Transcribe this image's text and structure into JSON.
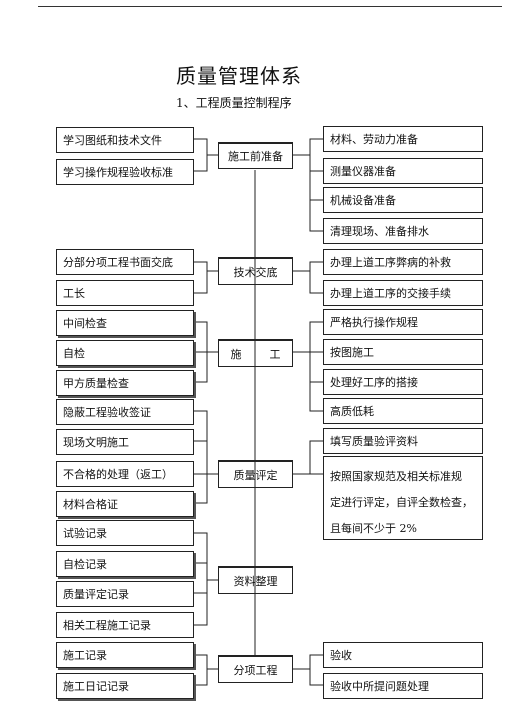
{
  "doc": {
    "title": "质量管理体系",
    "subtitle": "1、工程质量控制程序"
  },
  "center": {
    "prep": "施工前准备",
    "tech": "技术交底",
    "construct": "施        工",
    "eval": "质量评定",
    "docs": "资料整理",
    "sub": "分项工程"
  },
  "left": {
    "l1": "学习图纸和技术文件",
    "l2": "学习操作规程验收标准",
    "l3": "分部分项工程书面交底",
    "l4": "工长",
    "l5": "中间检查",
    "l6": "自检",
    "l7": "甲方质量检查",
    "l8": "隐蔽工程验收签证",
    "l9": "现场文明施工",
    "l10": "不合格的处理（返工）",
    "l11": "材料合格证",
    "l12": "试验记录",
    "l13": "自检记录",
    "l14": "质量评定记录",
    "l15": "相关工程施工记录",
    "l16": "施工记录",
    "l17": "施工日记记录"
  },
  "right": {
    "r1": "材料、劳动力准备",
    "r2": "测量仪器准备",
    "r3": "机械设备准备",
    "r4": "清理现场、准备排水",
    "r5": "办理上道工序弊病的补救",
    "r6": "办理上道工序的交接手续",
    "r7": "严格执行操作规程",
    "r8": "按图施工",
    "r9": "处理好工序的搭接",
    "r10": "高质低耗",
    "r11": "填写质量验评资料",
    "r12a": "按照国家规范及相关标准规",
    "r12b": "定进行评定，自评全数检查，",
    "r12c": "且每间不少于  2%",
    "r13": "验收",
    "r14": "验收中所提问题处理"
  }
}
